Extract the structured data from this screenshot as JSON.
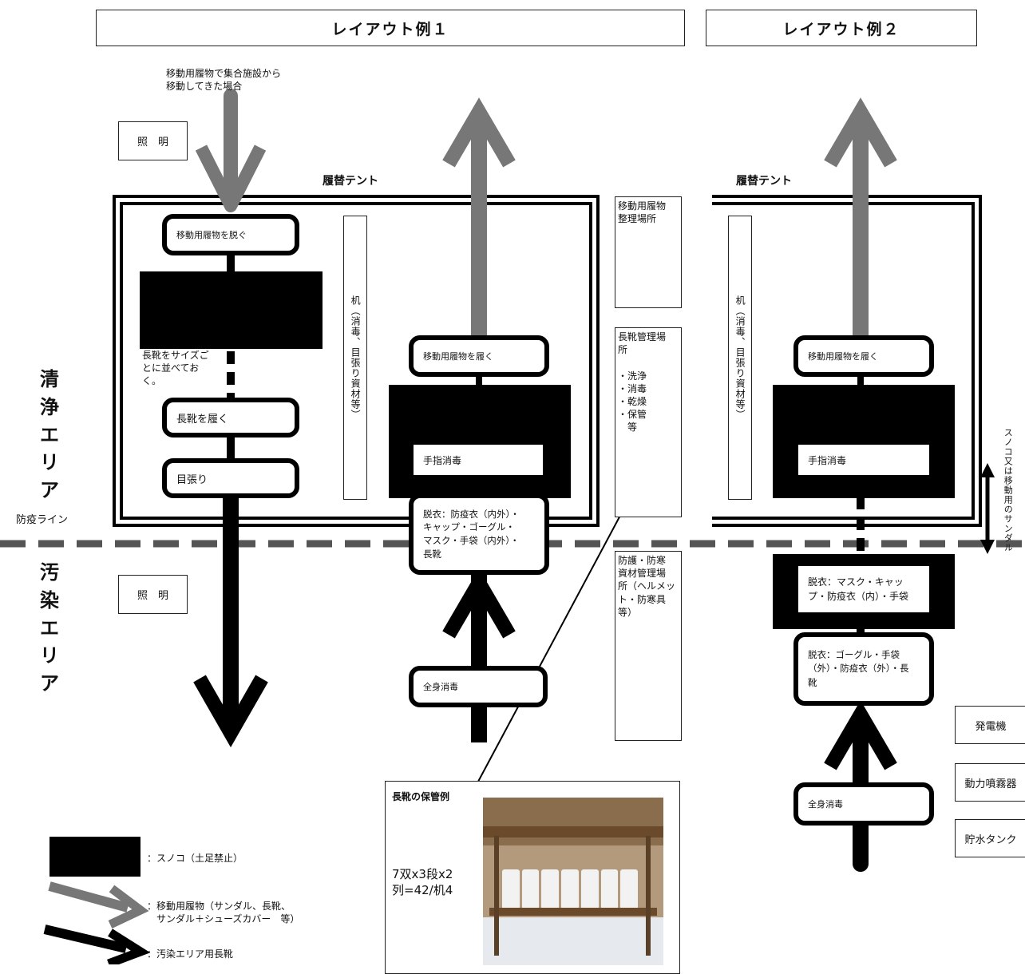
{
  "titles": {
    "layout1": "レイアウト例１",
    "layout2": "レイアウト例２"
  },
  "entry_note": "移動用履物で集合施設から\n移動してきた場合",
  "lighting": "照　明",
  "tent_label": "履替テント",
  "areas": {
    "clean": "清\n浄\nエ\nリ\nア",
    "contaminated": "汚\n染\nエ\nリ\nア"
  },
  "quarantine_line": "防疫ライン",
  "layout1": {
    "remove_shoes": "移動用履物を脱ぐ",
    "boots_note": "長靴をサイズご\nとに並べてお\nく。",
    "put_on_boots": "長靴を履く",
    "seal": "目張り",
    "desk": "机（消毒、目張り資材等）",
    "put_on_shoes": "移動用履物を履く",
    "hand_disinfect": "手指消毒",
    "undress": "脱衣：防疫衣（内外）・\nキャップ・ゴーグル・\nマスク・手袋（内外）・\n長靴",
    "body_disinfect": "全身消毒",
    "shoe_storage": "移動用履物\n整理場所",
    "boot_mgmt": "長靴管理場\n所\n\n・洗浄\n・消毒\n・乾燥\n・保管\n　等",
    "protective_mgmt": "防護・防寒\n資材管理場\n所（ヘルメッ\nト・防寒具\n等）"
  },
  "layout2": {
    "desk": "机（消毒、目張り資材等）",
    "put_on_shoes": "移動用履物を履く",
    "hand_disinfect": "手指消毒",
    "sunoko_note": "スノコ又は移動用のサンダル",
    "undress1": "脱衣：マスク・キャッ\nプ・防疫衣（内）・手袋",
    "undress2": "脱衣：ゴーグル・手袋\n（外）・防疫衣（外）・長\n靴",
    "body_disinfect": "全身消毒",
    "equipment": [
      "発電機",
      "動力噴霧器",
      "貯水タンク"
    ]
  },
  "storage_example": {
    "title": "長靴の保管例",
    "text": "7双x3段x2\n列=42/机4"
  },
  "legend": {
    "sunoko": "：スノコ（土足禁止）",
    "moving_shoes": "：移動用履物（サンダル、長靴、\n　サンダル＋シューズカバー　等）",
    "boots": "：汚染エリア用長靴"
  }
}
